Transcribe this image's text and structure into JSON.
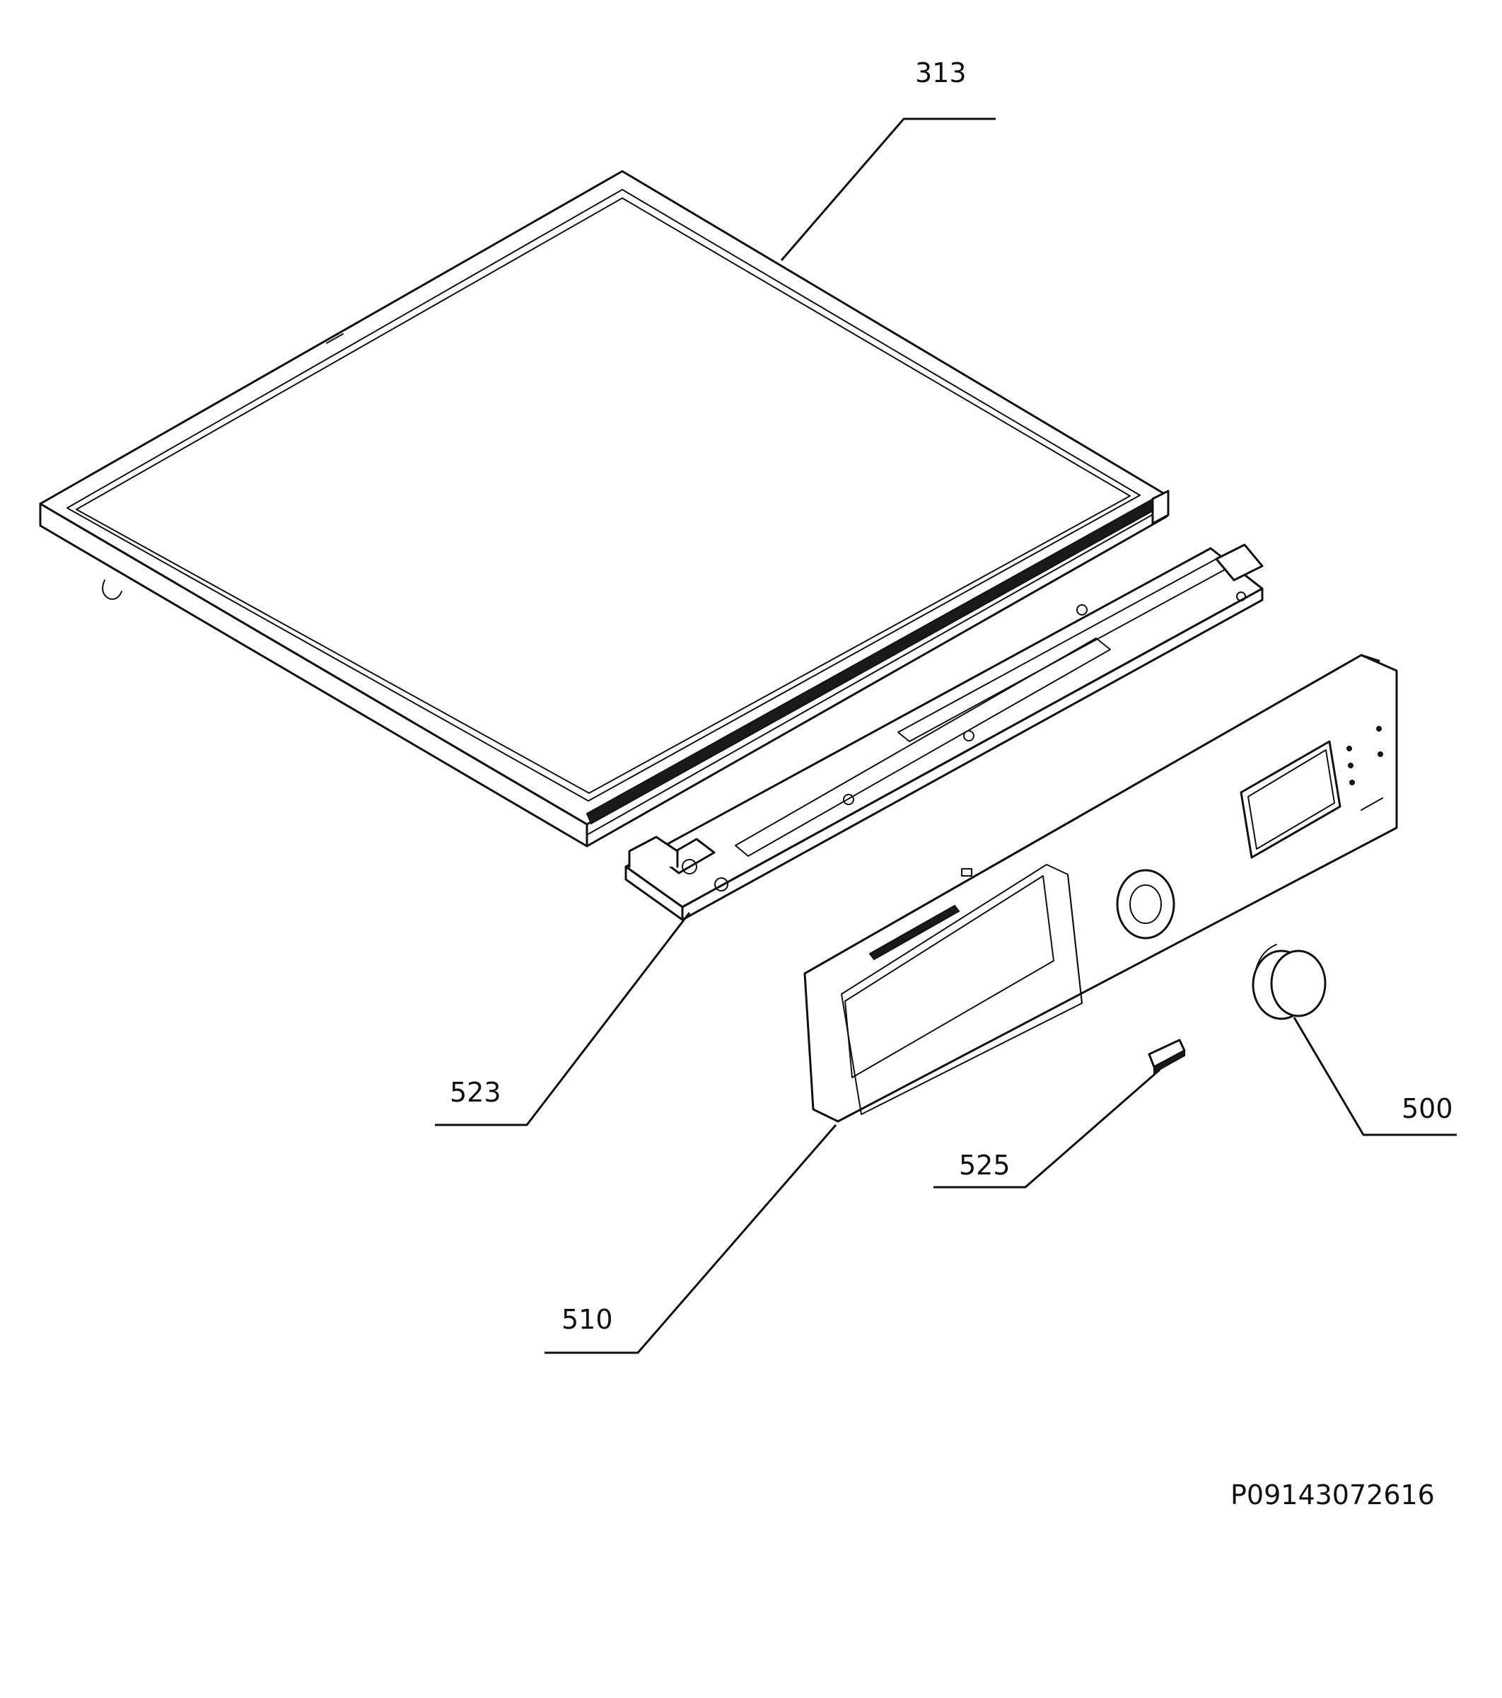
{
  "diagram": {
    "parts": [
      {
        "id": "lid",
        "callout": "313"
      },
      {
        "id": "crossbar",
        "callout": "523"
      },
      {
        "id": "control-panel",
        "callout": "510"
      },
      {
        "id": "small-button",
        "callout": "525"
      },
      {
        "id": "knob",
        "callout": "500"
      }
    ],
    "reference_code": "P09143072616"
  }
}
